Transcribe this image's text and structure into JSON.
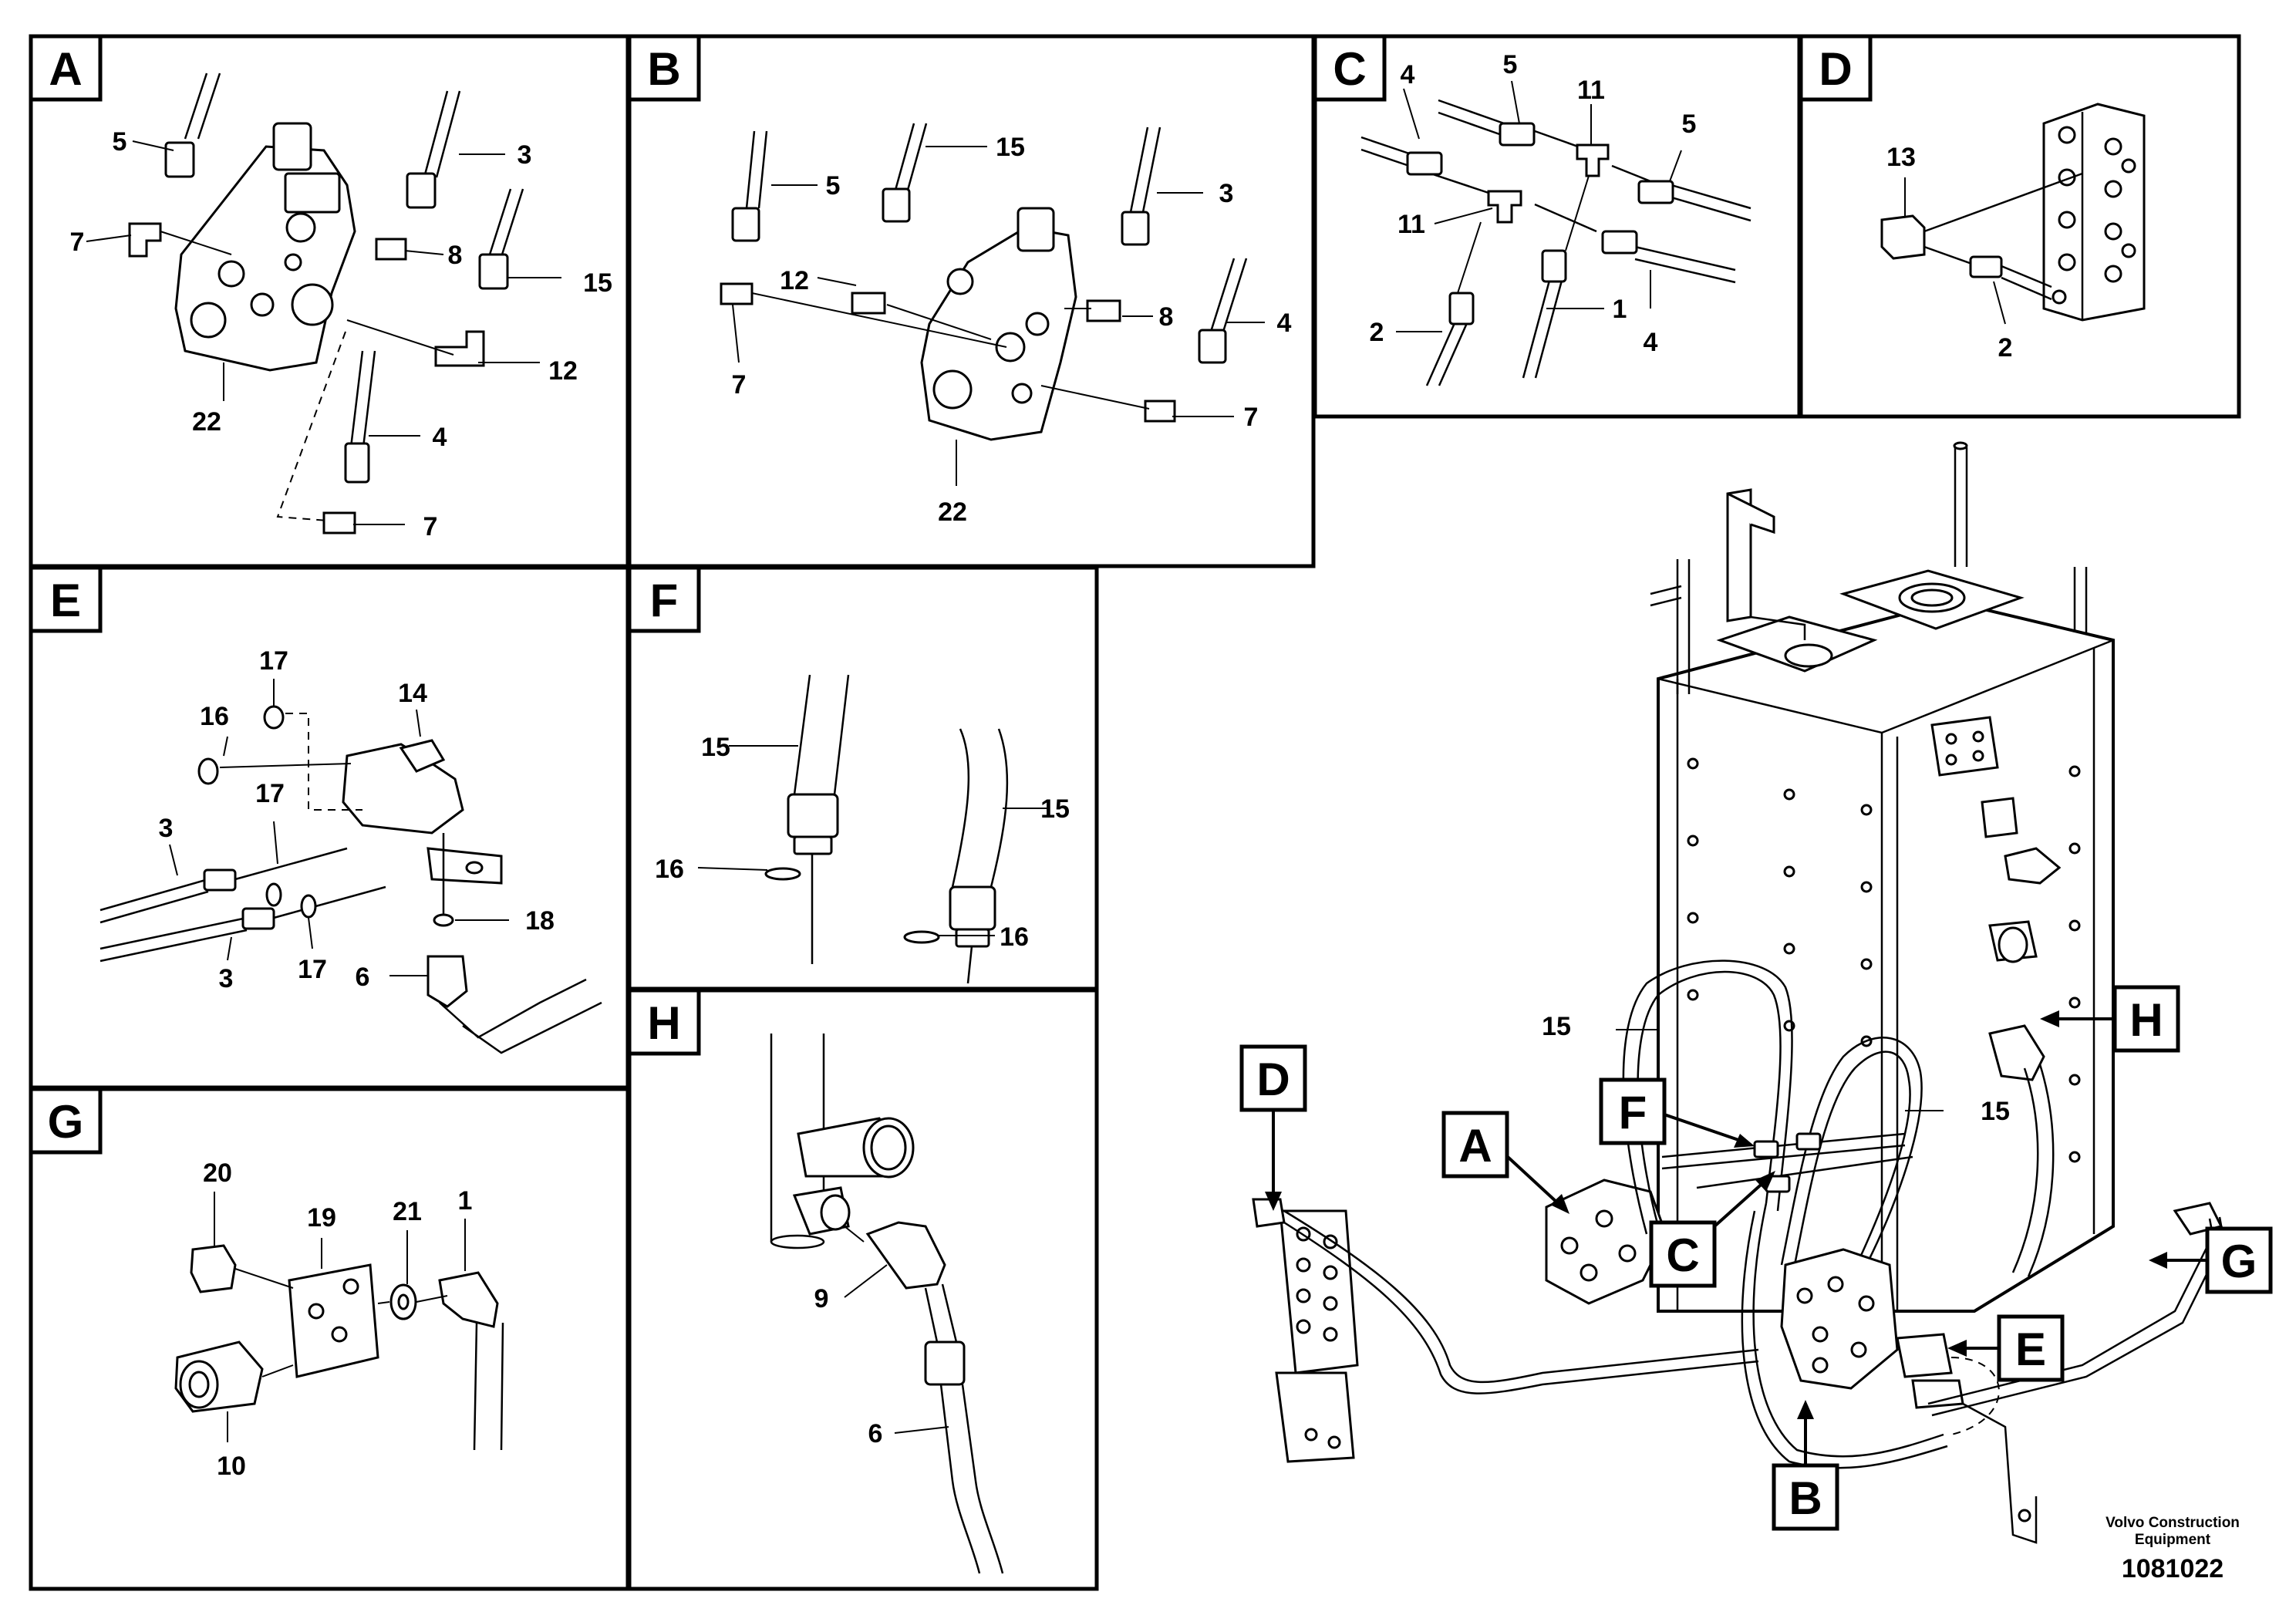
{
  "panels": [
    {
      "id": "A",
      "letter": "A",
      "labels": [
        "5",
        "3",
        "7",
        "8",
        "15",
        "12",
        "22",
        "4",
        "7"
      ]
    },
    {
      "id": "B",
      "letter": "B",
      "labels": [
        "15",
        "5",
        "3",
        "12",
        "8",
        "4",
        "7",
        "7",
        "22"
      ]
    },
    {
      "id": "C",
      "letter": "C",
      "labels": [
        "4",
        "5",
        "11",
        "5",
        "11",
        "2",
        "1",
        "4"
      ]
    },
    {
      "id": "D",
      "letter": "D",
      "labels": [
        "13",
        "2"
      ]
    },
    {
      "id": "E",
      "letter": "E",
      "labels": [
        "17",
        "14",
        "16",
        "17",
        "3",
        "17",
        "18",
        "3",
        "6"
      ]
    },
    {
      "id": "F",
      "letter": "F",
      "labels": [
        "15",
        "15",
        "16",
        "16"
      ]
    },
    {
      "id": "G",
      "letter": "G",
      "labels": [
        "20",
        "19",
        "21",
        "1",
        "10"
      ]
    },
    {
      "id": "H",
      "letter": "H",
      "labels": [
        "9",
        "6"
      ]
    }
  ],
  "overview": {
    "labels": [
      "15",
      "15"
    ],
    "callouts": [
      "D",
      "A",
      "F",
      "C",
      "H",
      "G",
      "E",
      "B"
    ]
  },
  "footer": {
    "brand_line1": "Volvo Construction",
    "brand_line2": "Equipment",
    "doc_number": "1081022"
  }
}
